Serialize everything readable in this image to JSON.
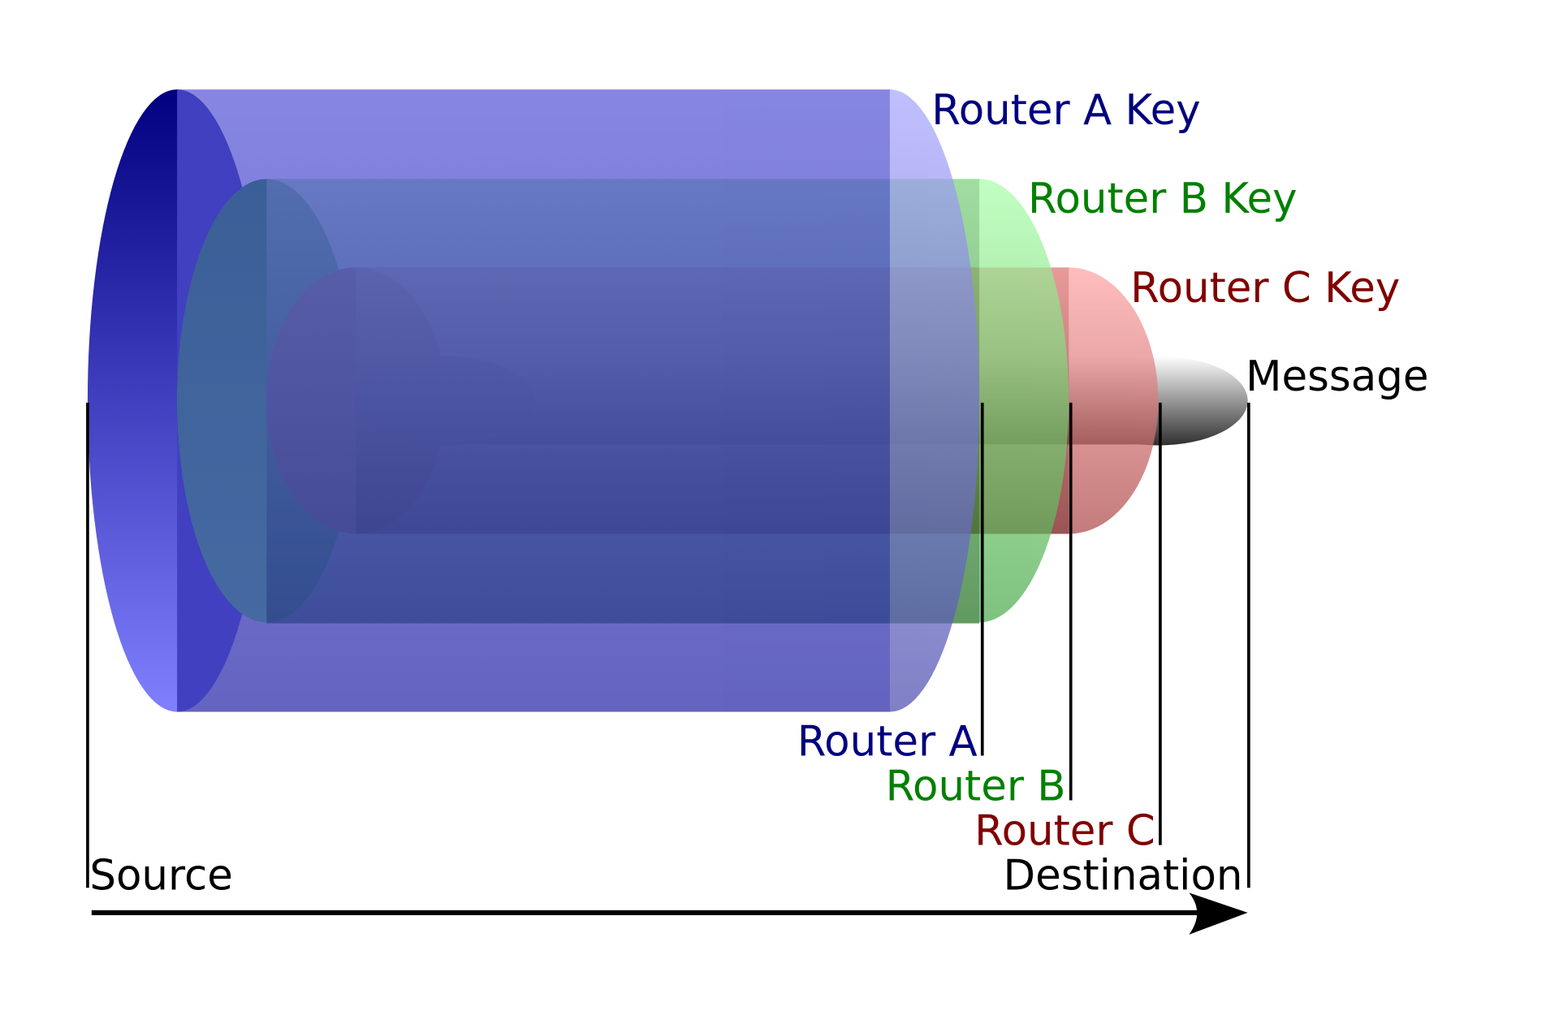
{
  "labels": {
    "router_a_key": "Router A Key",
    "router_b_key": "Router B Key",
    "router_c_key": "Router C Key",
    "message": "Message",
    "router_a": "Router A",
    "router_b": "Router B",
    "router_c": "Router C",
    "source": "Source",
    "destination": "Destination"
  },
  "colors": {
    "router_a": "#000080",
    "router_b": "#008000",
    "router_c": "#800000",
    "message": "#000000"
  }
}
